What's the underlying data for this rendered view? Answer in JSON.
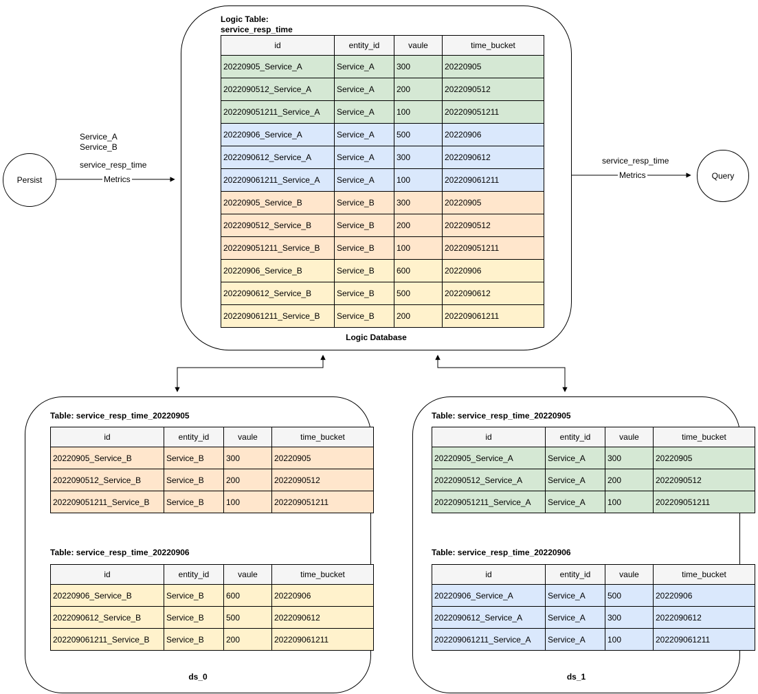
{
  "colors": {
    "green": "#d5e8d4",
    "blue": "#dae8fc",
    "orange": "#ffe6cc",
    "yellow": "#fff2cc",
    "header_bg": "#f5f5f5",
    "border": "#000000"
  },
  "persist_node": {
    "label": "Persist"
  },
  "query_node": {
    "label": "Query"
  },
  "persist_arrow": {
    "line1": "Service_A",
    "line2": "Service_B",
    "line3": "service_resp_time",
    "on_line": "Metrics"
  },
  "query_arrow": {
    "line1": "service_resp_time",
    "on_line": "Metrics"
  },
  "logic_db": {
    "title_line1": "Logic Table:",
    "title_line2": "service_resp_time",
    "footer_label": "Logic Database",
    "table": {
      "headers": [
        "id",
        "entity_id",
        "vaule",
        "time_bucket"
      ],
      "rows": [
        {
          "color": "green",
          "cells": [
            "20220905_Service_A",
            "Service_A",
            "300",
            "20220905"
          ]
        },
        {
          "color": "green",
          "cells": [
            "2022090512_Service_A",
            "Service_A",
            "200",
            "2022090512"
          ]
        },
        {
          "color": "green",
          "cells": [
            "202209051211_Service_A",
            "Service_A",
            "100",
            "202209051211"
          ]
        },
        {
          "color": "blue",
          "cells": [
            "20220906_Service_A",
            "Service_A",
            "500",
            "20220906"
          ]
        },
        {
          "color": "blue",
          "cells": [
            "2022090612_Service_A",
            "Service_A",
            "300",
            "2022090612"
          ]
        },
        {
          "color": "blue",
          "cells": [
            "202209061211_Service_A",
            "Service_A",
            "100",
            "202209061211"
          ]
        },
        {
          "color": "orange",
          "cells": [
            "20220905_Service_B",
            "Service_B",
            "300",
            "20220905"
          ]
        },
        {
          "color": "orange",
          "cells": [
            "2022090512_Service_B",
            "Service_B",
            "200",
            "2022090512"
          ]
        },
        {
          "color": "orange",
          "cells": [
            "202209051211_Service_B",
            "Service_B",
            "100",
            "202209051211"
          ]
        },
        {
          "color": "yellow",
          "cells": [
            "20220906_Service_B",
            "Service_B",
            "600",
            "20220906"
          ]
        },
        {
          "color": "yellow",
          "cells": [
            "2022090612_Service_B",
            "Service_B",
            "500",
            "2022090612"
          ]
        },
        {
          "color": "yellow",
          "cells": [
            "202209061211_Service_B",
            "Service_B",
            "200",
            "202209061211"
          ]
        }
      ]
    }
  },
  "ds0": {
    "footer_label": "ds_0",
    "tables": [
      {
        "title": "Table: service_resp_time_20220905",
        "headers": [
          "id",
          "entity_id",
          "vaule",
          "time_bucket"
        ],
        "rows": [
          {
            "color": "orange",
            "cells": [
              "20220905_Service_B",
              "Service_B",
              "300",
              "20220905"
            ]
          },
          {
            "color": "orange",
            "cells": [
              "2022090512_Service_B",
              "Service_B",
              "200",
              "2022090512"
            ]
          },
          {
            "color": "orange",
            "cells": [
              "202209051211_Service_B",
              "Service_B",
              "100",
              "202209051211"
            ]
          }
        ]
      },
      {
        "title": "Table: service_resp_time_20220906",
        "headers": [
          "id",
          "entity_id",
          "vaule",
          "time_bucket"
        ],
        "rows": [
          {
            "color": "yellow",
            "cells": [
              "20220906_Service_B",
              "Service_B",
              "600",
              "20220906"
            ]
          },
          {
            "color": "yellow",
            "cells": [
              "2022090612_Service_B",
              "Service_B",
              "500",
              "2022090612"
            ]
          },
          {
            "color": "yellow",
            "cells": [
              "202209061211_Service_B",
              "Service_B",
              "200",
              "202209061211"
            ]
          }
        ]
      }
    ]
  },
  "ds1": {
    "footer_label": "ds_1",
    "tables": [
      {
        "title": "Table: service_resp_time_20220905",
        "headers": [
          "id",
          "entity_id",
          "vaule",
          "time_bucket"
        ],
        "rows": [
          {
            "color": "green",
            "cells": [
              "20220905_Service_A",
              "Service_A",
              "300",
              "20220905"
            ]
          },
          {
            "color": "green",
            "cells": [
              "2022090512_Service_A",
              "Service_A",
              "200",
              "2022090512"
            ]
          },
          {
            "color": "green",
            "cells": [
              "202209051211_Service_A",
              "Service_A",
              "100",
              "202209051211"
            ]
          }
        ]
      },
      {
        "title": "Table: service_resp_time_20220906",
        "headers": [
          "id",
          "entity_id",
          "vaule",
          "time_bucket"
        ],
        "rows": [
          {
            "color": "blue",
            "cells": [
              "20220906_Service_A",
              "Service_A",
              "500",
              "20220906"
            ]
          },
          {
            "color": "blue",
            "cells": [
              "2022090612_Service_A",
              "Service_A",
              "300",
              "2022090612"
            ]
          },
          {
            "color": "blue",
            "cells": [
              "202209061211_Service_A",
              "Service_A",
              "100",
              "202209061211"
            ]
          }
        ]
      }
    ]
  }
}
